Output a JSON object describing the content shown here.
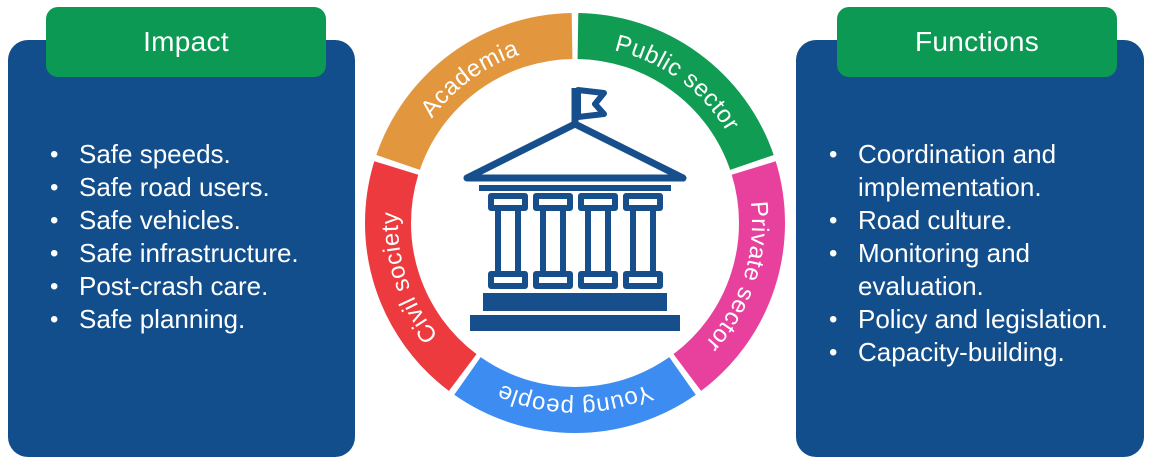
{
  "panels": {
    "impact": {
      "title": "Impact",
      "items": [
        "Safe speeds.",
        "Safe road users.",
        "Safe vehicles.",
        "Safe infrastructure.",
        "Post-crash care.",
        "Safe planning."
      ]
    },
    "functions": {
      "title": "Functions",
      "items": [
        "Coordination and implementation.",
        "Road culture.",
        "Monitoring and evaluation.",
        "Policy and legislation.",
        "Capacity-building."
      ]
    }
  },
  "ring": {
    "center_icon": "government-building-icon",
    "label_color": "#FFFFFF",
    "segments": [
      {
        "label": "Public sector",
        "color": "#109C53"
      },
      {
        "label": "Private sector",
        "color": "#E7419D"
      },
      {
        "label": "Young people",
        "color": "#3D8CF2"
      },
      {
        "label": "Civil society",
        "color": "#ED3A3E"
      },
      {
        "label": "Academia",
        "color": "#E2973E"
      }
    ]
  },
  "colors": {
    "panel_bg": "#124E8B",
    "header_bg": "#0C9954",
    "text": "#FFFFFF",
    "icon_blue": "#174F8D"
  }
}
